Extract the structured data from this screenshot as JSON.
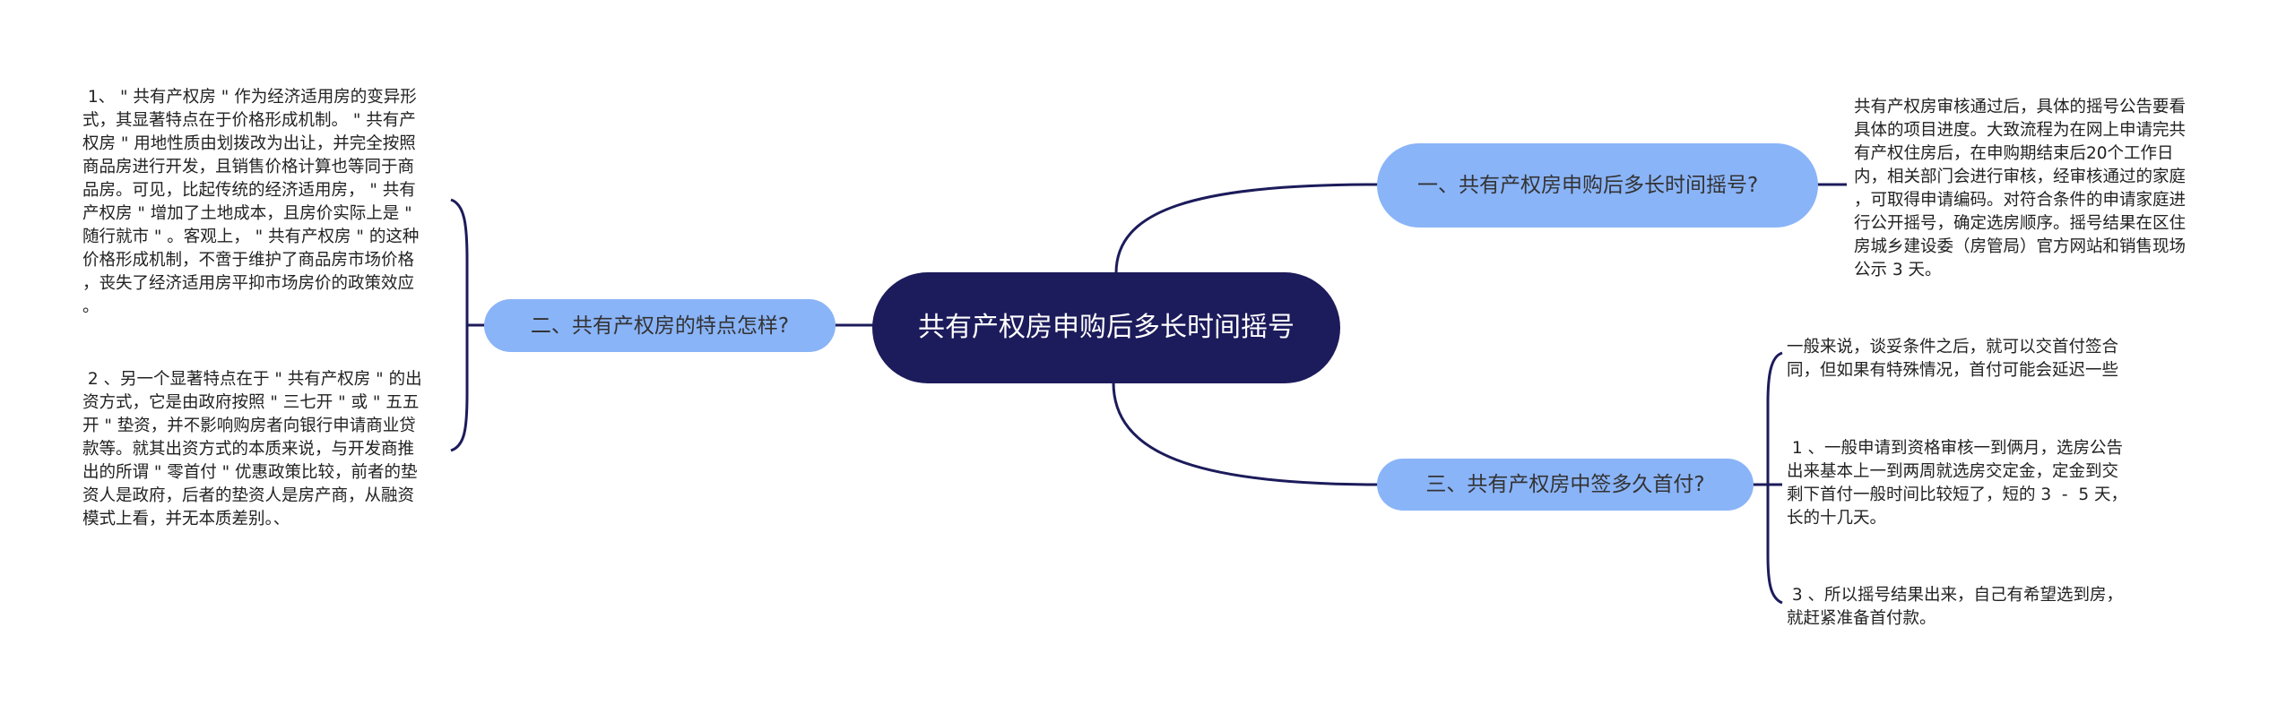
{
  "colors": {
    "center_fill": "#1c1b5b",
    "branch_fill": "#8ab4f8",
    "line": "#1c1b5b"
  },
  "center": {
    "lines": [
      "共有产权房申购后多长时",
      "间摇号"
    ]
  },
  "branches": [
    {
      "title_lines": [
        "一、共有产权房申购后多长时间摇",
        "号?"
      ],
      "details": [
        {
          "lines": [
            "共有产权房审核通过后，具体的摇号公告要看",
            "具体的项目进度。大致流程为在网上申请完共",
            "有产权住房后，在申购期结束后20个工作日",
            "内，相关部门会进行审核，经审核通过的家庭",
            "，可取得申请编码。对符合条件的申请家庭进",
            "行公开摇号，确定选房顺序。摇号结果在区住",
            "房城乡建设委（房管局）官方网站和销售现场",
            "公示 3 天。"
          ]
        }
      ]
    },
    {
      "title_lines": [
        "二、共有产权房的特点怎样?"
      ],
      "details": [
        {
          "lines": [
            " 1、 \" 共有产权房 \" 作为经济适用房的变异形",
            "式，其显著特点在于价格形成机制。 \" 共有产",
            "权房 \" 用地性质由划拨改为出让，并完全按照",
            "商品房进行开发，且销售价格计算也等同于商",
            "品房。可见，比起传统的经济适用房， \" 共有",
            "产权房 \" 增加了土地成本，且房价实际上是 \"",
            "随行就市 \" 。客观上， \" 共有产权房 \" 的这种",
            "价格形成机制，不啻于维护了商品房市场价格",
            "，丧失了经济适用房平抑市场房价的政策效应",
            "。"
          ]
        },
        {
          "lines": [
            " 2 、另一个显著特点在于 \" 共有产权房 \" 的出",
            "资方式，它是由政府按照 \" 三七开 \" 或 \" 五五",
            "开 \" 垫资，并不影响购房者向银行申请商业贷",
            "款等。就其出资方式的本质来说，与开发商推",
            "出的所谓 \" 零首付 \" 优惠政策比较，前者的垫",
            "资人是政府，后者的垫资人是房产商，从融资",
            "模式上看，并无本质差别。、"
          ]
        }
      ]
    },
    {
      "title_lines": [
        "三、共有产权房中签多久首付?"
      ],
      "details": [
        {
          "lines": [
            "一般来说，谈妥条件之后，就可以交首付签合",
            "同，但如果有特殊情况，首付可能会延迟一些"
          ]
        },
        {
          "lines": [
            " 1 、一般申请到资格审核一到俩月，选房公告",
            "出来基本上一到两周就选房交定金，定金到交",
            "剩下首付一般时间比较短了，短的 3  -  5 天，",
            "长的十几天。"
          ]
        },
        {
          "lines": [
            " 3 、所以摇号结果出来，自己有希望选到房，",
            "就赶紧准备首付款。"
          ]
        }
      ]
    }
  ]
}
